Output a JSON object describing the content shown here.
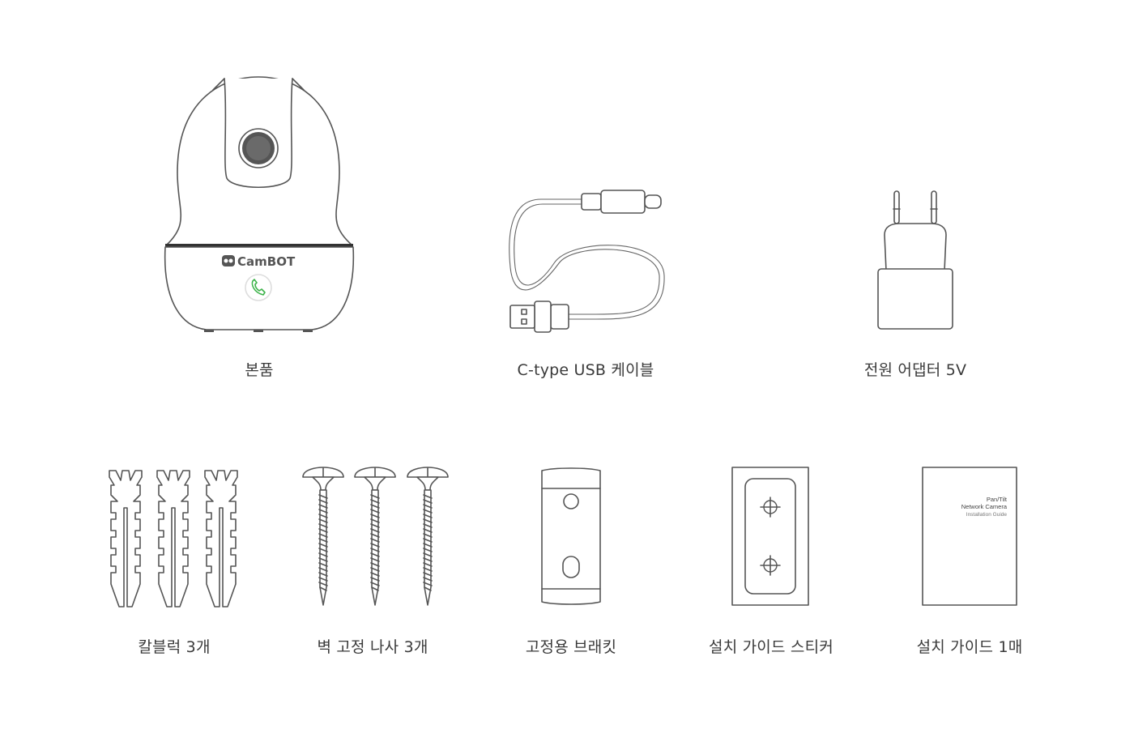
{
  "items": [
    {
      "label": "본품"
    },
    {
      "label": "C-type USB 케이블"
    },
    {
      "label": "전원 어댑터 5V"
    },
    {
      "label": "칼블럭 3개"
    },
    {
      "label": "벽 고정 나사 3개"
    },
    {
      "label": "고정용 브래킷"
    },
    {
      "label": "설치 가이드 스티커"
    },
    {
      "label": "설치 가이드 1매"
    }
  ],
  "camera": {
    "brand": "CamBOT"
  },
  "guide_booklet": {
    "line1": "Pan/Tilt",
    "line2": "Network Camera",
    "line3": "Installation Guide"
  },
  "colors": {
    "outline": "#555555",
    "status_green": "#3db34a",
    "camera_band": "#333333"
  },
  "icons": [
    "camera-icon",
    "usb-cable-icon",
    "power-adapter-icon",
    "wall-anchor-icon",
    "screw-icon",
    "bracket-icon",
    "sticker-icon",
    "booklet-icon"
  ]
}
